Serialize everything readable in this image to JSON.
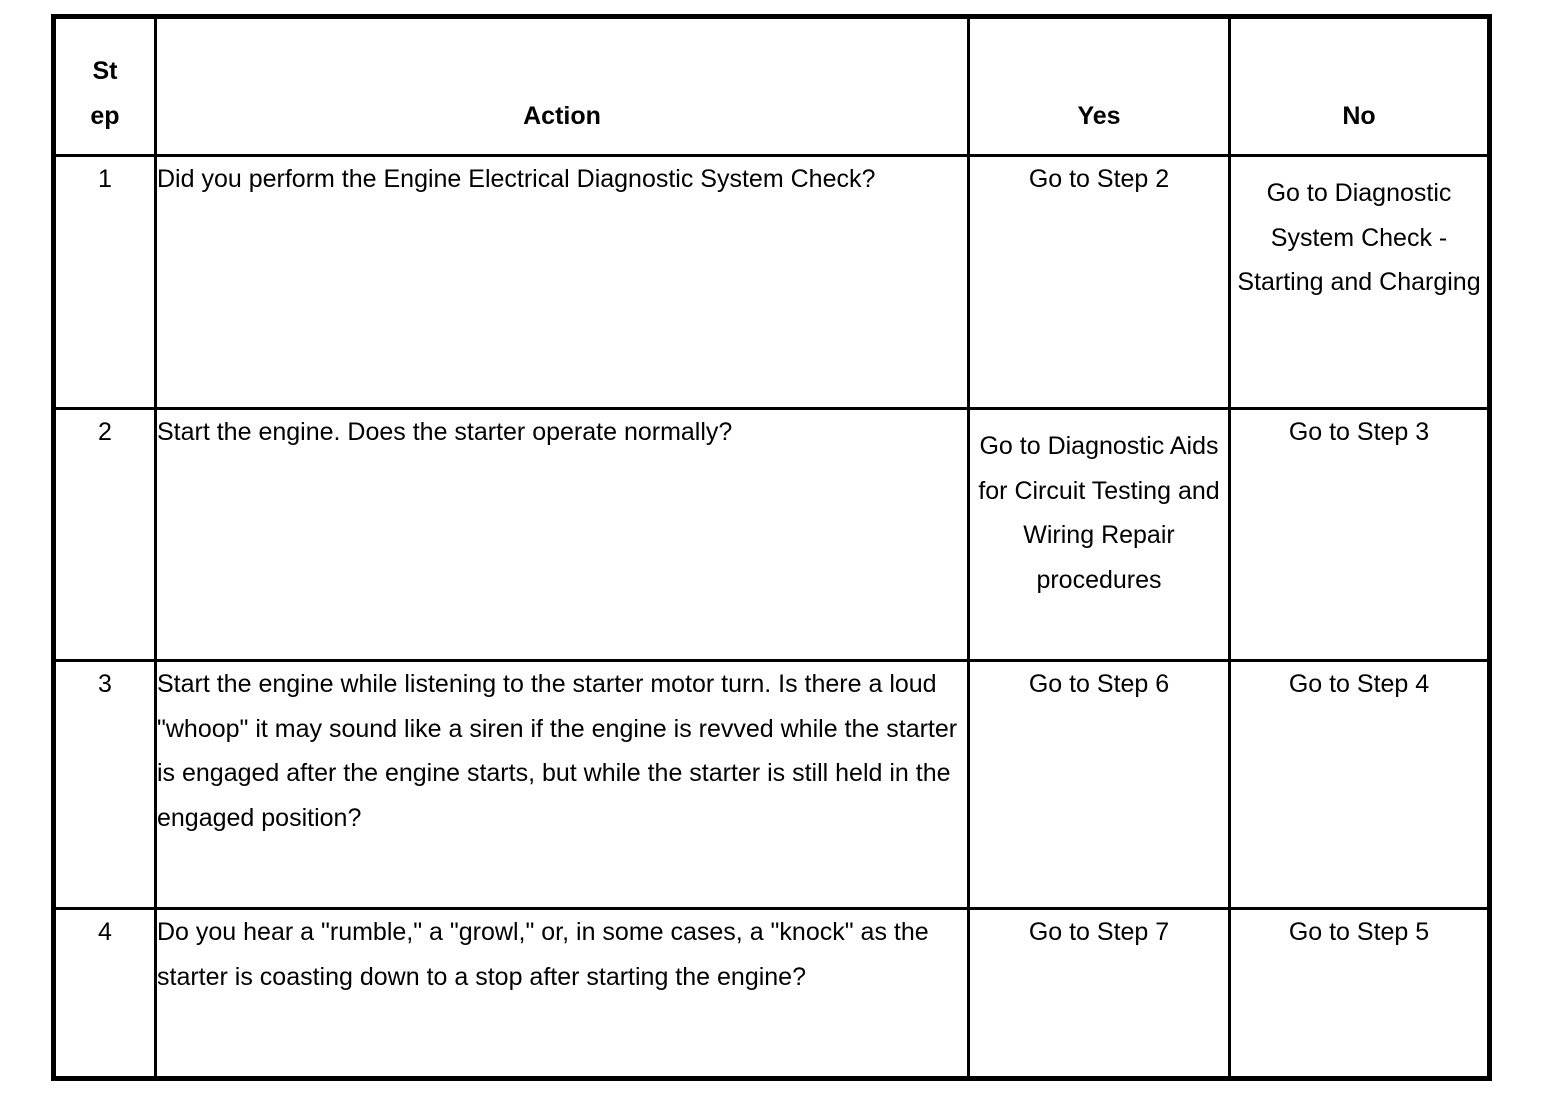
{
  "table": {
    "columns": [
      {
        "key": "step",
        "label": "Step",
        "label_wrapped": "St\nep"
      },
      {
        "key": "action",
        "label": "Action"
      },
      {
        "key": "yes",
        "label": "Yes"
      },
      {
        "key": "no",
        "label": "No"
      }
    ],
    "rows": [
      {
        "step": "1",
        "action": "Did you perform the Engine Electrical Diagnostic System Check?",
        "yes": "Go to Step 2",
        "no": "Go to Diagnostic System Check - Starting and Charging",
        "yes_align": "bottom",
        "no_align": "top"
      },
      {
        "step": "2",
        "action": "Start the engine. Does the starter operate normally?",
        "yes": "Go to Diagnostic Aids for Circuit Testing and Wiring Repair procedures",
        "no": "Go to Step 3",
        "yes_align": "top",
        "no_align": "bottom"
      },
      {
        "step": "3",
        "action": "Start the engine while listening to the starter motor turn. Is there a loud \"whoop\" it may sound like a siren if the engine is revved while the starter is engaged after the engine starts, but while the starter is still held in the engaged position?",
        "yes": "Go to Step 6",
        "no": "Go to Step 4",
        "yes_align": "bottom",
        "no_align": "bottom"
      },
      {
        "step": "4",
        "action": "Do you hear a \"rumble,\" a \"growl,\" or, in some cases, a \"knock\" as the starter is coasting down to a stop after starting the engine?",
        "yes": "Go to Step 7",
        "no": "Go to Step 5",
        "yes_align": "bottom",
        "no_align": "bottom"
      }
    ]
  },
  "colors": {
    "border": "#000000",
    "text": "#000000",
    "background": "#ffffff"
  }
}
